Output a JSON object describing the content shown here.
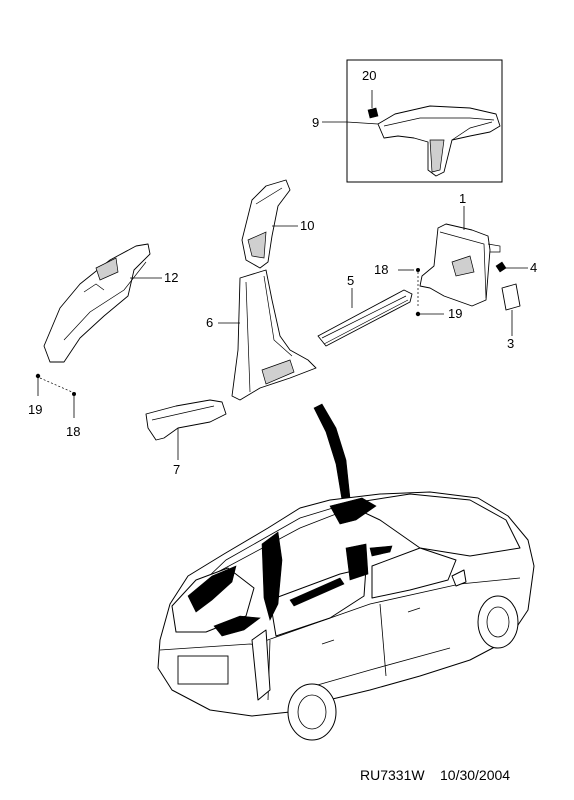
{
  "callouts": {
    "c1": "1",
    "c3": "3",
    "c4": "4",
    "c5": "5",
    "c6": "6",
    "c7": "7",
    "c9": "9",
    "c10": "10",
    "c12": "12",
    "c18a": "18",
    "c18b": "18",
    "c19a": "19",
    "c19b": "19",
    "c20": "20"
  },
  "footer": {
    "code": "RU7331W",
    "date": "10/30/2004"
  }
}
